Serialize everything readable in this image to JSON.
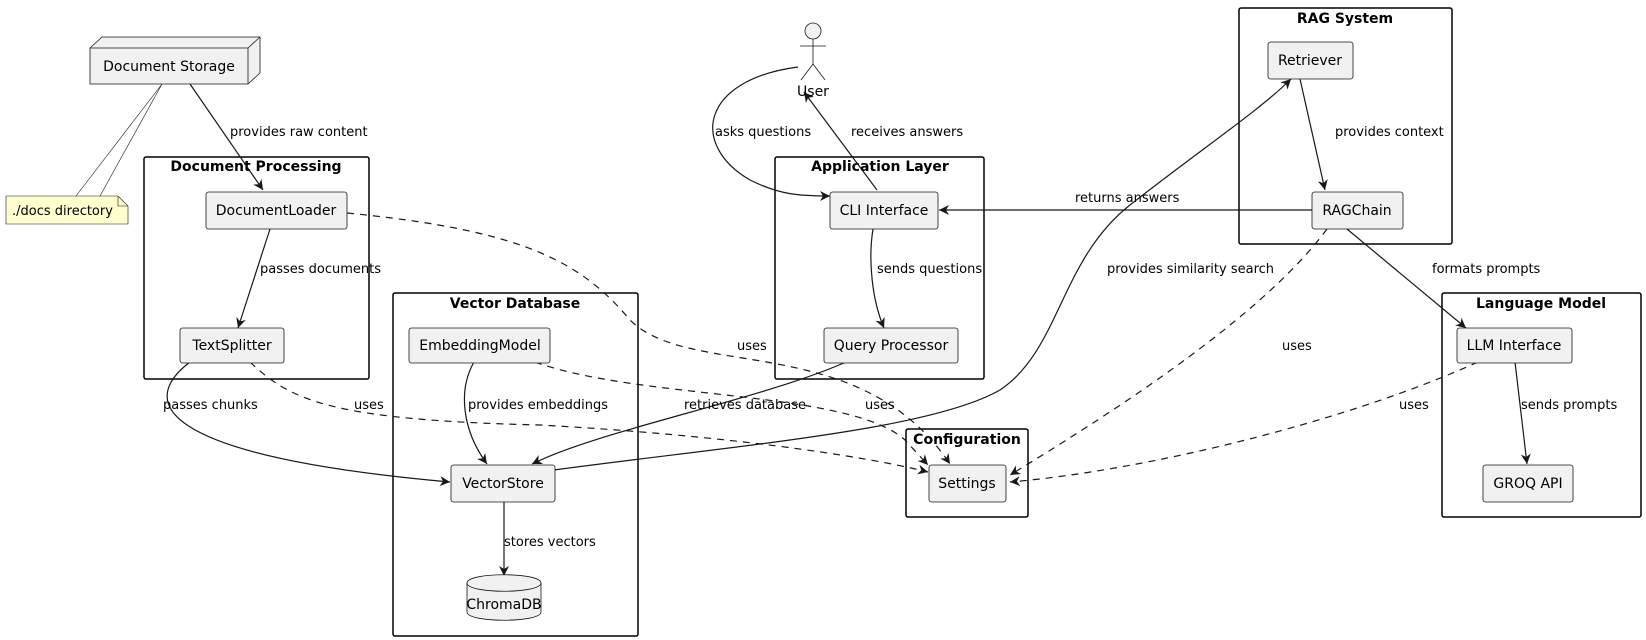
{
  "packages": {
    "document_processing": "Document Processing",
    "vector_database": "Vector Database",
    "application_layer": "Application Layer",
    "rag_system": "RAG System",
    "configuration": "Configuration",
    "language_model": "Language Model"
  },
  "nodes": {
    "document_storage": "Document Storage",
    "document_loader": "DocumentLoader",
    "text_splitter": "TextSplitter",
    "embedding_model": "EmbeddingModel",
    "vector_store": "VectorStore",
    "chromadb": "ChromaDB",
    "user": "User",
    "cli_interface": "CLI Interface",
    "query_processor": "Query Processor",
    "retriever": "Retriever",
    "rag_chain": "RAGChain",
    "settings": "Settings",
    "llm_interface": "LLM Interface",
    "groq_api": "GROQ API"
  },
  "note": "./docs directory",
  "edges": {
    "provides_raw_content": "provides raw content",
    "passes_documents": "passes documents",
    "passes_chunks": "passes chunks",
    "textsplitter_uses": "uses",
    "provides_embeddings": "provides embeddings",
    "embedding_uses": "uses",
    "loader_uses": "uses",
    "stores_vectors": "stores vectors",
    "asks_questions": "asks questions",
    "receives_answers": "receives answers",
    "sends_questions": "sends questions",
    "retrieves_database": "retrieves database",
    "returns_answers": "returns answers",
    "provides_context": "provides context",
    "provides_similarity_search": "provides similarity search",
    "ragchain_uses": "uses",
    "formats_prompts": "formats prompts",
    "llm_uses": "uses",
    "sends_prompts": "sends prompts"
  }
}
